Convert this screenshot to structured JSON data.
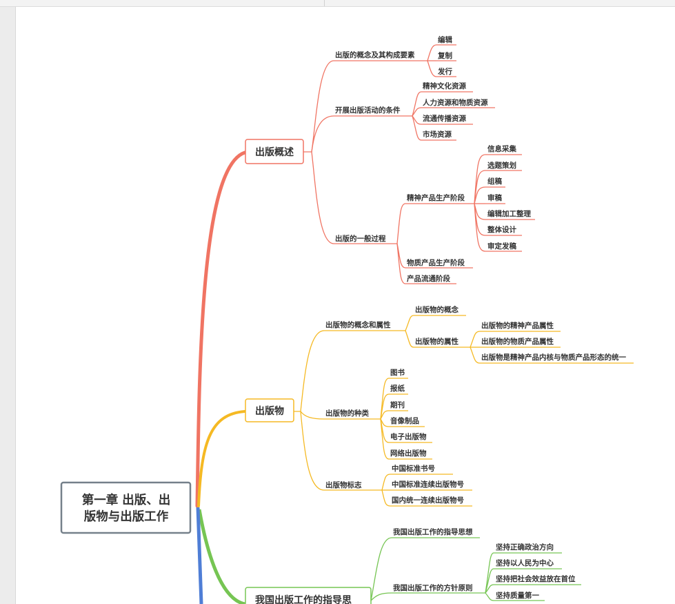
{
  "colors": {
    "red": "#f07463",
    "yellow": "#f5b923",
    "green": "#76c553",
    "blue": "#4f7ed6",
    "root_border": "#75808a",
    "text": "#333333"
  },
  "root": {
    "line1": "第一章 出版、出",
    "line2": "版物与出版工作"
  },
  "branch1": {
    "title": "出版概述",
    "concept": {
      "label": "出版的概念及其构成要素",
      "items": [
        "编辑",
        "复制",
        "发行"
      ]
    },
    "conditions": {
      "label": "开展出版活动的条件",
      "items": [
        "精神文化资源",
        "人力资源和物质资源",
        "流通传播资源",
        "市场资源"
      ]
    },
    "process": {
      "label": "出版的一般过程",
      "spiritual": {
        "label": "精神产品生产阶段",
        "items": [
          "信息采集",
          "选题策划",
          "组稿",
          "审稿",
          "编辑加工整理",
          "整体设计",
          "审定发稿"
        ]
      },
      "material": "物质产品生产阶段",
      "circulation": "产品流通阶段"
    }
  },
  "branch2": {
    "title": "出版物",
    "concept_attr": {
      "label": "出版物的概念和属性",
      "concept": "出版物的概念",
      "attributes": {
        "label": "出版物的属性",
        "items": [
          "出版物的精神产品属性",
          "出版物的物质产品属性",
          "出版物是精神产品内核与物质产品形态的统一"
        ]
      }
    },
    "types": {
      "label": "出版物的种类",
      "items": [
        "图书",
        "报纸",
        "期刊",
        "音像制品",
        "电子出版物",
        "网络出版物"
      ]
    },
    "marks": {
      "label": "出版物标志",
      "items": [
        "中国标准书号",
        "中国标准连续出版物号",
        "国内统一连续出版物号"
      ]
    }
  },
  "branch3": {
    "title": "我国出版工作的指导思",
    "guiding": "我国出版工作的指导思想",
    "principles": {
      "label": "我国出版工作的方针原则",
      "items": [
        "坚持正确政治方向",
        "坚持以人民为中心",
        "坚持把社会效益放在首位",
        "坚持质量第一"
      ]
    }
  }
}
